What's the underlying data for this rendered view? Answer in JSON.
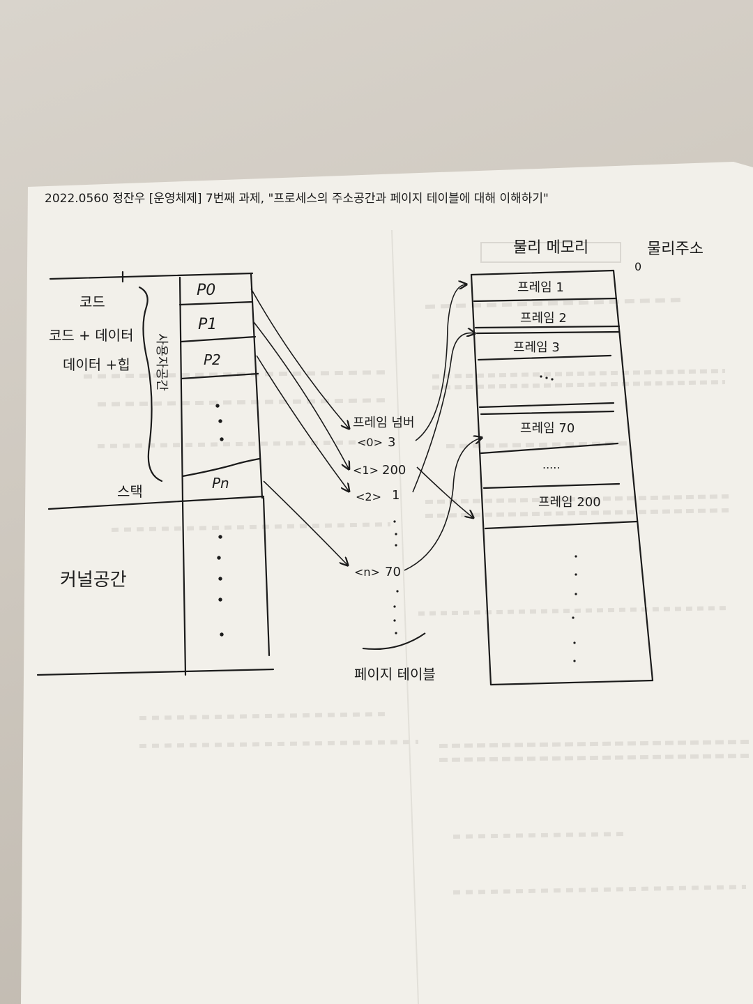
{
  "header": {
    "title": "2022.0560 정잔우 [운영체제] 7번째 과제, \"프로세스의 주소공간과 페이지 테이블에 대해 이해하기\""
  },
  "process_address_space": {
    "region_labels": {
      "code": "코드",
      "code_data": "코드 + 데이터",
      "data_heap": "데이터 +힙",
      "user_space": "사용자공간",
      "stack": "스택",
      "kernel_space": "커널공간"
    },
    "pages": [
      "P0",
      "P1",
      "P2",
      "Pn"
    ]
  },
  "page_table": {
    "column_header": "프레임 넘버",
    "entries": [
      {
        "index": "<0>",
        "frame": "3"
      },
      {
        "index": "<1>",
        "frame": "200"
      },
      {
        "index": "<2>",
        "frame": "1"
      },
      {
        "index": "<n>",
        "frame": "70"
      }
    ],
    "caption": "페이지 테이블"
  },
  "physical_memory": {
    "title": "물리 메모리",
    "address_label": "물리주소",
    "address_zero": "0",
    "frames": [
      "프레임 1",
      "프레임 2",
      "프레임 3",
      "프레임 70",
      "프레임 200"
    ],
    "ellipsis": "....."
  },
  "colors": {
    "ink": "#1b1b1b",
    "paper": "#f3f1ec",
    "background": "#cfc9c0"
  }
}
